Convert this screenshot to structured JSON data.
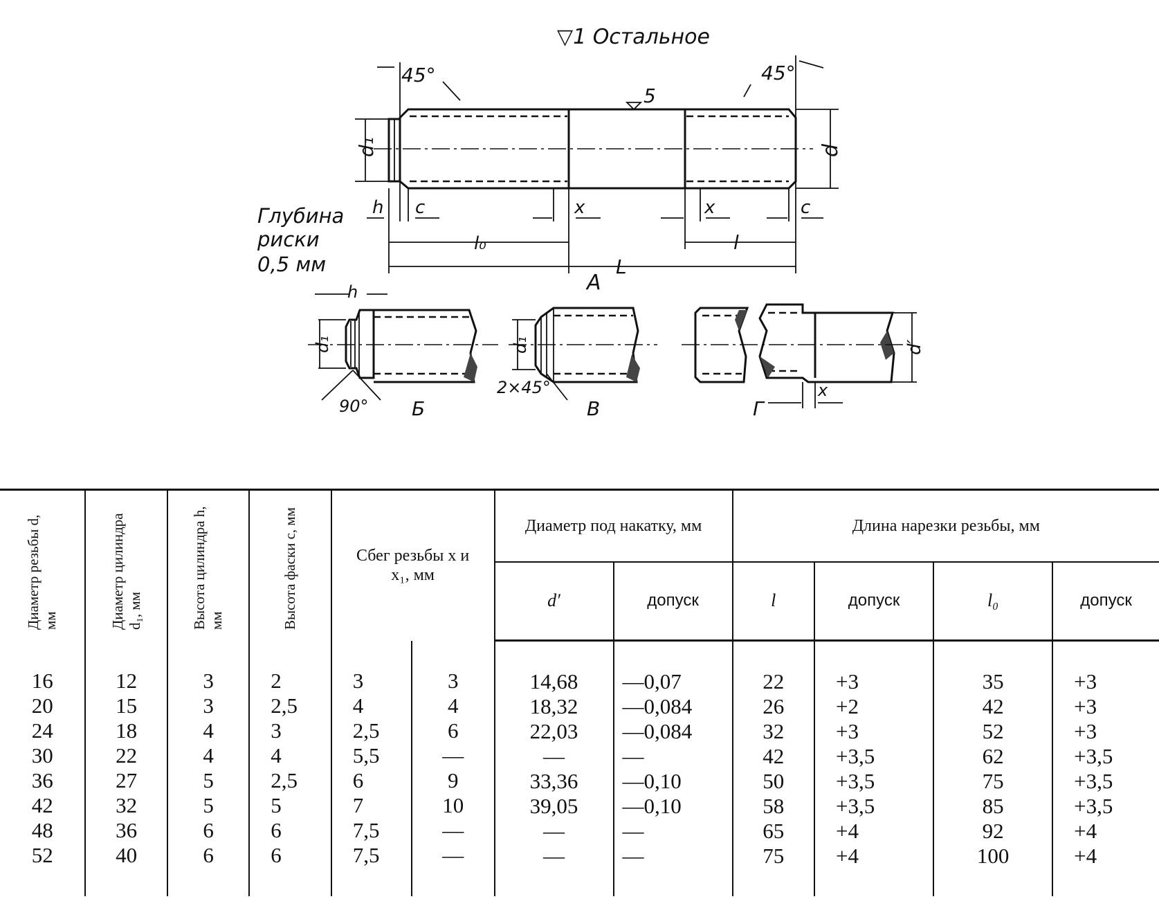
{
  "drawing": {
    "surface_note": "▽1 Остальное",
    "surface_mark": "5",
    "angle_left": "45°",
    "angle_right": "45°",
    "groove_note": [
      "Глубина",
      "риски",
      "0,5 мм"
    ],
    "labels": {
      "d": "d",
      "d1": "d₁",
      "h": "h",
      "c": "c",
      "x": "x",
      "l0": "l₀",
      "l": "l",
      "L": "L",
      "A": "A",
      "B": "Б",
      "V": "В",
      "G": "Г",
      "angle90": "90°",
      "chamfer": "2×45°",
      "d_prime": "d′"
    }
  },
  "table": {
    "headers": {
      "d": "Диаметр резьбы d, мм",
      "d1": "Диаметр цилиндра d₁, мм",
      "h": "Высота цилиндра h, мм",
      "c": "Высота фаски c, мм",
      "x": "Сбег резьбы x и x₁, мм",
      "knurl": "Диаметр под накатку, мм",
      "knurl_d": "d′",
      "knurl_tol": "допуск",
      "length": "Длина нарезки резьбы, мм",
      "l": "l",
      "l_tol": "допуск",
      "l0": "l₀",
      "l0_tol": "допуск"
    },
    "columns": {
      "d": [
        "16",
        "20",
        "24",
        "30",
        "36",
        "42",
        "48",
        "52"
      ],
      "d1": [
        "12",
        "15",
        "18",
        "22",
        "27",
        "32",
        "36",
        "40"
      ],
      "h": [
        "3",
        "3",
        "4",
        "4",
        "5",
        "5",
        "6",
        "6"
      ],
      "c": [
        "2",
        "2,5",
        "3",
        "4",
        "2,5",
        "5",
        "6",
        "6"
      ],
      "x": [
        "3",
        "4",
        "2,5",
        "5,5",
        "6",
        "7",
        "7,5",
        "7,5"
      ],
      "x1": [
        "3",
        "4",
        "6",
        "—",
        "9",
        "10",
        "—",
        "—"
      ],
      "knurl_d": [
        "14,68",
        "18,32",
        "22,03",
        "—",
        "33,36",
        "39,05",
        "—",
        "—"
      ],
      "knurl_tol": [
        "—0,07",
        "—0,084",
        "—0,084",
        "—",
        "—0,10",
        "—0,10",
        "—",
        "—"
      ],
      "l": [
        "22",
        "26",
        "32",
        "42",
        "50",
        "58",
        "65",
        "75"
      ],
      "l_tol": [
        "+3",
        "+2",
        "+3",
        "+3,5",
        "+3,5",
        "+3,5",
        "+4",
        "+4"
      ],
      "l0": [
        "35",
        "42",
        "52",
        "62",
        "75",
        "85",
        "92",
        "100"
      ],
      "l0_tol": [
        "+3",
        "+3",
        "+3",
        "+3,5",
        "+3,5",
        "+3,5",
        "+4",
        "+4"
      ]
    }
  }
}
